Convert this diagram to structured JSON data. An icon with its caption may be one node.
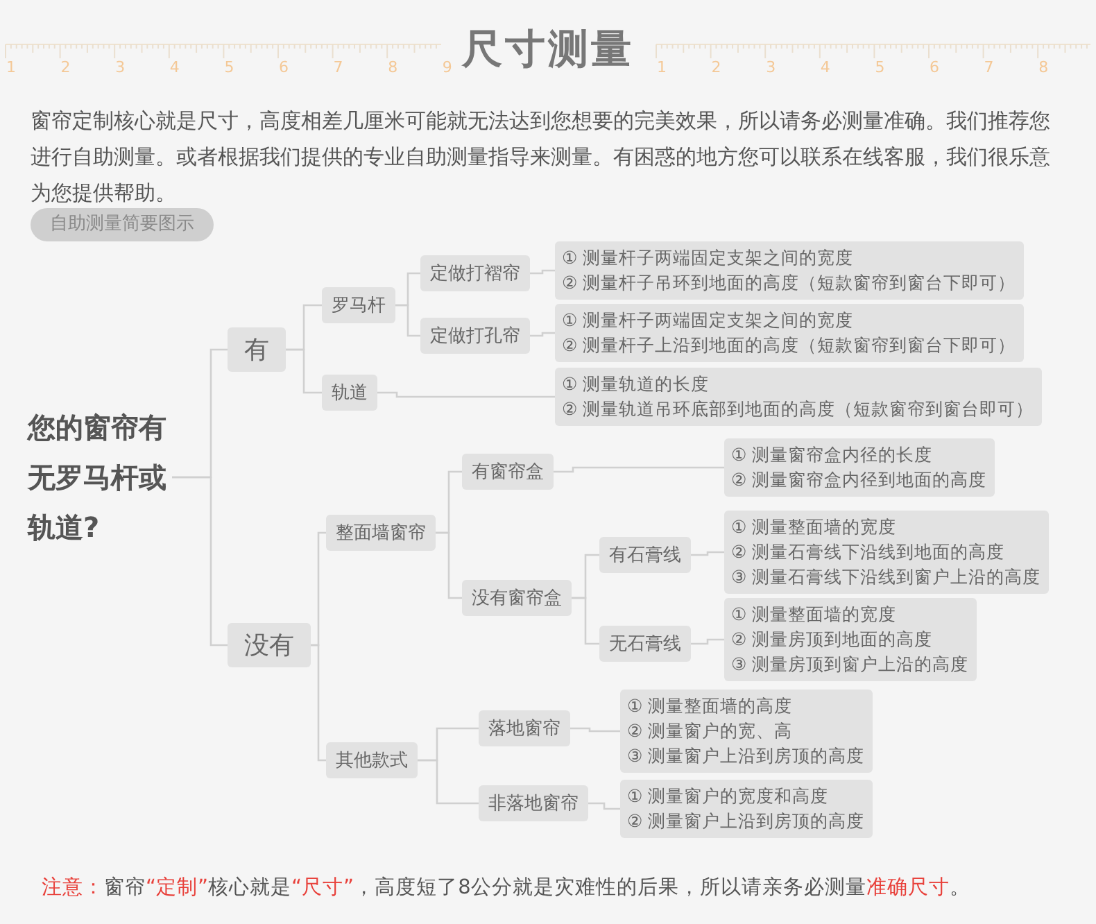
{
  "diagram": {
    "title": "尺寸测量",
    "nodes": [
      {
        "text": [
          "您的窗帘有无罗马杆或轨道?"
        ]
      },
      {
        "text": [
          "有"
        ]
      },
      {
        "text": [
          "罗马杆"
        ]
      },
      {
        "text": [
          "定做打褶帘"
        ]
      },
      {
        "text": [
          "① 测量杆子两端固定支架之间的宽度",
          "② 测量杆子吊环到地面的高度（短款窗帘到窗台下即可）"
        ]
      },
      {
        "text": [
          "定做打孔帘"
        ]
      },
      {
        "text": [
          "① 测量杆子两端固定支架之间的宽度",
          "② 测量杆子上沿到地面的高度（短款窗帘到窗台下即可）"
        ]
      },
      {
        "text": [
          "轨道"
        ]
      },
      {
        "text": [
          "① 测量轨道的长度",
          "② 测量轨道吊环底部到地面的高度（短款窗帘到窗台即可）"
        ]
      },
      {
        "text": [
          "没有"
        ]
      },
      {
        "text": [
          "整面墙窗帘"
        ]
      },
      {
        "text": [
          "有窗帘盒"
        ]
      },
      {
        "text": [
          "① 测量窗帘盒内径的长度",
          "② 测量窗帘盒内径到地面的高度"
        ]
      },
      {
        "text": [
          "没有窗帘盒"
        ]
      },
      {
        "text": [
          "有石膏线"
        ]
      },
      {
        "text": [
          "① 测量整面墙的宽度",
          "② 测量石膏线下沿线到地面的高度",
          "③ 测量石膏线下沿线到窗户上沿的高度"
        ]
      },
      {
        "text": [
          "无石膏线"
        ]
      },
      {
        "text": [
          "① 测量整面墙的宽度",
          "② 测量房顶到地面的高度",
          "③ 测量房顶到窗户上沿的高度"
        ]
      },
      {
        "text": [
          "其他款式"
        ]
      },
      {
        "text": [
          "落地窗帘"
        ]
      },
      {
        "text": [
          "① 测量整面墙的高度",
          "② 测量窗户的宽、高",
          "③ 测量窗户上沿到房顶的高度"
        ]
      },
      {
        "text": [
          "非落地窗帘"
        ]
      },
      {
        "text": [
          "① 测量窗户的宽度和高度",
          "② 测量窗户上沿到房顶的高度"
        ]
      }
    ],
    "edges": [
      {
        "from": 0,
        "to": 1,
        "arrow": "none"
      },
      {
        "from": 0,
        "to": 9,
        "arrow": "none"
      },
      {
        "from": 1,
        "to": 2,
        "arrow": "none"
      },
      {
        "from": 1,
        "to": 7,
        "arrow": "none"
      },
      {
        "from": 2,
        "to": 3,
        "arrow": "none"
      },
      {
        "from": 2,
        "to": 5,
        "arrow": "none"
      },
      {
        "from": 3,
        "to": 4,
        "arrow": "none"
      },
      {
        "from": 5,
        "to": 6,
        "arrow": "none"
      },
      {
        "from": 7,
        "to": 8,
        "arrow": "none"
      },
      {
        "from": 9,
        "to": 10,
        "arrow": "none"
      },
      {
        "from": 9,
        "to": 18,
        "arrow": "none"
      },
      {
        "from": 10,
        "to": 11,
        "arrow": "none"
      },
      {
        "from": 10,
        "to": 13,
        "arrow": "none"
      },
      {
        "from": 11,
        "to": 12,
        "arrow": "none"
      },
      {
        "from": 13,
        "to": 14,
        "arrow": "none"
      },
      {
        "from": 13,
        "to": 16,
        "arrow": "none"
      },
      {
        "from": 14,
        "to": 15,
        "arrow": "none"
      },
      {
        "from": 16,
        "to": 17,
        "arrow": "none"
      },
      {
        "from": 18,
        "to": 19,
        "arrow": "none"
      },
      {
        "from": 18,
        "to": 21,
        "arrow": "none"
      },
      {
        "from": 19,
        "to": 20,
        "arrow": "none"
      },
      {
        "from": 21,
        "to": 22,
        "arrow": "none"
      }
    ],
    "labels": [
      "1",
      "2",
      "3",
      "4",
      "5",
      "6",
      "7",
      "8",
      "9",
      "1",
      "2",
      "3",
      "4",
      "5",
      "6",
      "7",
      "8",
      "窗帘定制核心就是尺寸，高度相差几厘米可能就无法达到您想要的完美效果，所以请务必测量准确。我们推荐您进行自助测量。或者根据我们提供的专业自助测量指导来测量。有困惑的地方您可以联系在线客服，我们很乐意为您提供帮助。",
      "自助测量简要图示",
      "**注意：**窗帘**“定制”**核心就是**“尺寸”**，高度短了8公分就是灾难性的后果，所以请亲务必测量**准确尺寸**。"
    ]
  }
}
